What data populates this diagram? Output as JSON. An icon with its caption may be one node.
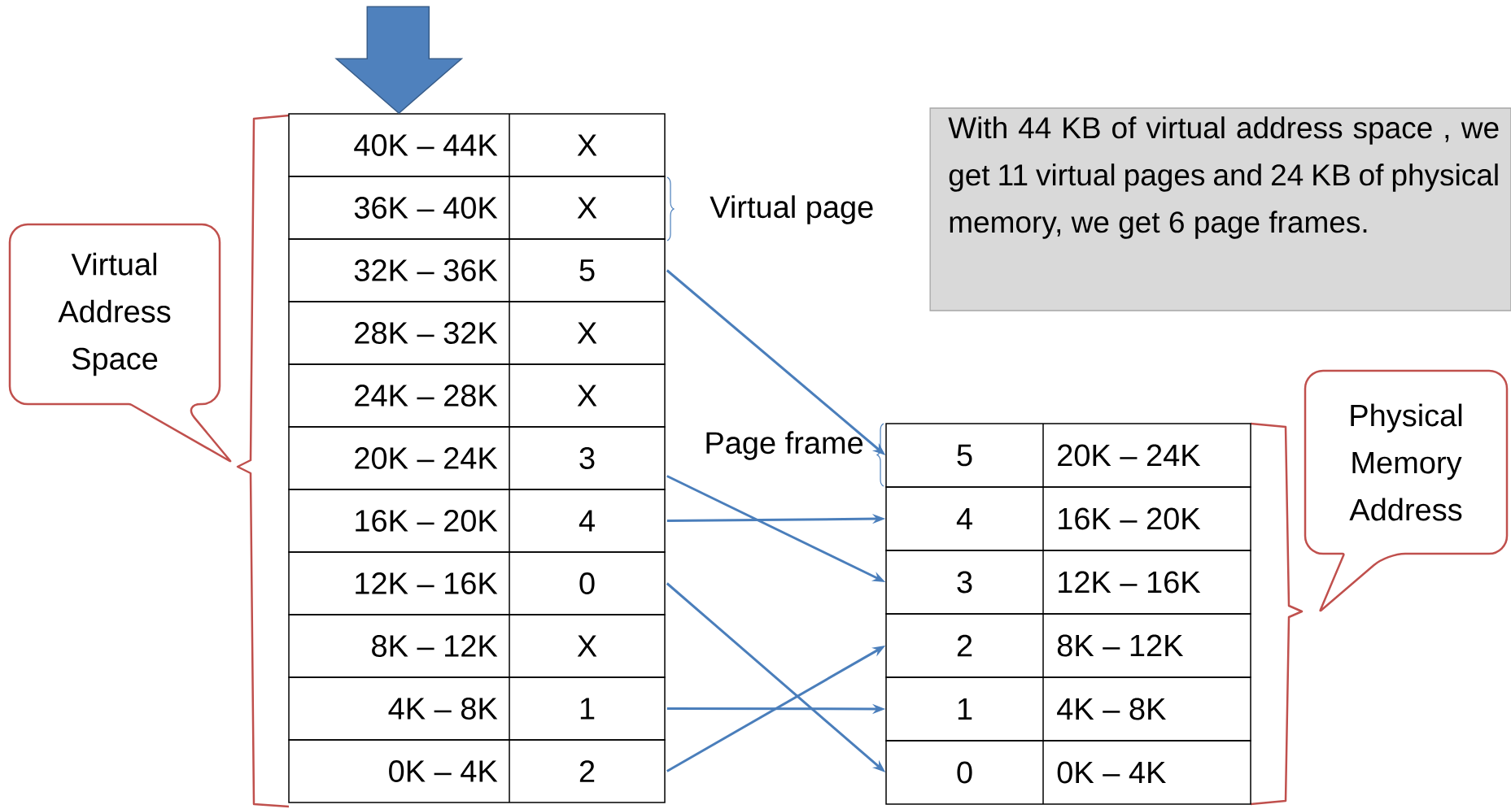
{
  "diagram": {
    "nodes": [
      {
        "text": [
          "Virtual Address Space"
        ]
      },
      {
        "text": [
          "40K – 44K",
          "X"
        ]
      },
      {
        "text": [
          "36K – 40K",
          "X"
        ]
      },
      {
        "text": [
          "32K – 36K",
          "5"
        ]
      },
      {
        "text": [
          "28K – 32K",
          "X"
        ]
      },
      {
        "text": [
          "24K – 28K",
          "X"
        ]
      },
      {
        "text": [
          "20K – 24K",
          "3"
        ]
      },
      {
        "text": [
          "16K – 20K",
          "4"
        ]
      },
      {
        "text": [
          "12K – 16K",
          "0"
        ]
      },
      {
        "text": [
          "8K – 12K",
          "X"
        ]
      },
      {
        "text": [
          "4K – 8K",
          "1"
        ]
      },
      {
        "text": [
          "0K – 4K",
          "2"
        ]
      },
      {
        "text": [
          "With 44 KB of virtual address space , we get 11 virtual pages and 24 KB of physical memory, we get 6 page frames."
        ]
      },
      {
        "text": [
          "Physical Memory Address"
        ]
      },
      {
        "text": [
          "5",
          "20K – 24K"
        ]
      },
      {
        "text": [
          "4",
          "16K – 20K"
        ]
      },
      {
        "text": [
          "3",
          "12K – 16K"
        ]
      },
      {
        "text": [
          "2",
          "8K – 12K"
        ]
      },
      {
        "text": [
          "1",
          "4K – 8K"
        ]
      },
      {
        "text": [
          "0",
          "0K – 4K"
        ]
      }
    ],
    "edges": [
      {
        "from": null,
        "to": 1,
        "arrow": "to"
      },
      {
        "from": 3,
        "to": 14,
        "arrow": "to"
      },
      {
        "from": 6,
        "to": 16,
        "arrow": "to"
      },
      {
        "from": 7,
        "to": 15,
        "arrow": "to"
      },
      {
        "from": 8,
        "to": 19,
        "arrow": "to"
      },
      {
        "from": 10,
        "to": 18,
        "arrow": "to"
      },
      {
        "from": 11,
        "to": 17,
        "arrow": "to"
      }
    ],
    "labels": [
      "Virtual page",
      "Page frame"
    ]
  }
}
